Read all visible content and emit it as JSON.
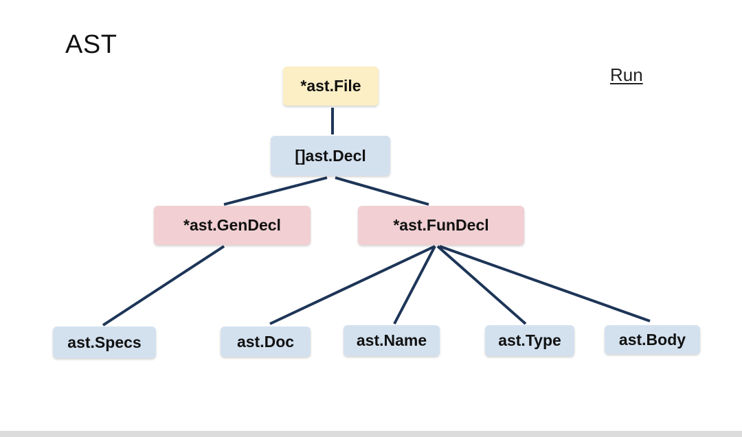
{
  "slide": {
    "title": "AST",
    "run_link": "Run"
  },
  "diagram": {
    "nodes": {
      "file": "*ast.File",
      "decl": "[]ast.Decl",
      "gendecl": "*ast.GenDecl",
      "fundecl": "*ast.FunDecl",
      "specs": "ast.Specs",
      "doc": "ast.Doc",
      "name": "ast.Name",
      "type": "ast.Type",
      "body": "ast.Body"
    },
    "edges": [
      [
        "file",
        "decl"
      ],
      [
        "decl",
        "gendecl"
      ],
      [
        "decl",
        "fundecl"
      ],
      [
        "gendecl",
        "specs"
      ],
      [
        "fundecl",
        "doc"
      ],
      [
        "fundecl",
        "name"
      ],
      [
        "fundecl",
        "type"
      ],
      [
        "fundecl",
        "body"
      ]
    ],
    "colors": {
      "root": "#fcefc6",
      "list": "#d3e1ef",
      "declaration": "#f1cfd2",
      "leaf": "#d3e1ef",
      "edge": "#1d3557"
    }
  }
}
